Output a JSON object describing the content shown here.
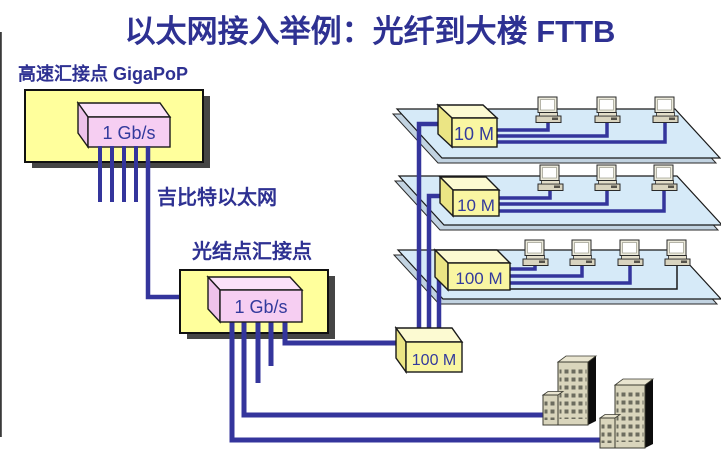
{
  "title": "以太网接入举例：光纤到大楼 FTTB",
  "gigapop": {
    "label": "高速汇接点 GigaPoP",
    "device": "1 Gb/s"
  },
  "links": {
    "gigabit": "吉比特以太网"
  },
  "optical_node": {
    "label": "光结点汇接点",
    "device": "1 Gb/s"
  },
  "building_switch": {
    "label": "100 M"
  },
  "floors": [
    {
      "switch": "10 M"
    },
    {
      "switch": "10 M"
    },
    {
      "switch": "100 M"
    }
  ],
  "colors": {
    "title_blue": "#2e3192",
    "line_blue": "#34359c",
    "panel_yellow": "#ffff9c",
    "device_pink": "#f6cef2",
    "switch_yellow": "#f9f6a2",
    "floor_blue": "#d6eaf8",
    "building_beige": "#d9d5bc"
  }
}
